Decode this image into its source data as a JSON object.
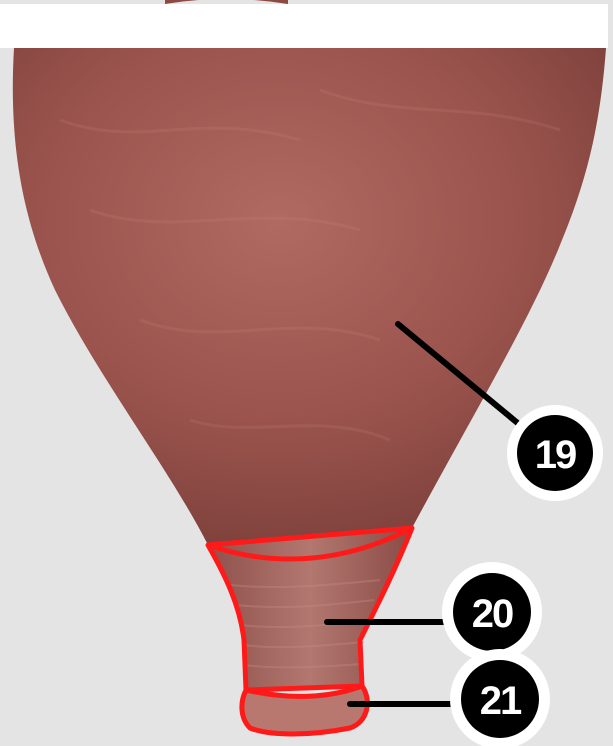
{
  "labels": [
    {
      "id": "label-19",
      "text": "19"
    },
    {
      "id": "label-20",
      "text": "20"
    },
    {
      "id": "label-21",
      "text": "21"
    }
  ],
  "colors": {
    "background": "#e4e4e4",
    "organ": "#a45a52",
    "highlight_outline": "#ff1a1a",
    "leader_line": "#000000",
    "label_fill": "#000000",
    "label_ring": "#ffffff"
  }
}
